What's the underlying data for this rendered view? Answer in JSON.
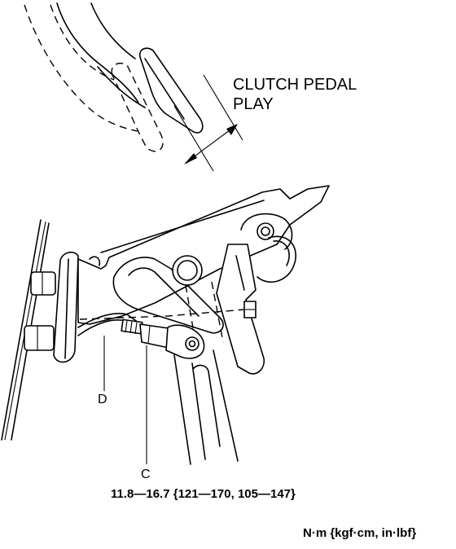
{
  "labels": {
    "clutch_pedal_play_line1": "CLUTCH PEDAL",
    "clutch_pedal_play_line2": "PLAY",
    "part_d": "D",
    "part_c": "C",
    "torque_spec": "11.8—16.7 {121—170,  105—147}",
    "units": "N·m {kgf·cm,  in·lbf}"
  },
  "colors": {
    "line": "#000000",
    "background": "#ffffff"
  }
}
